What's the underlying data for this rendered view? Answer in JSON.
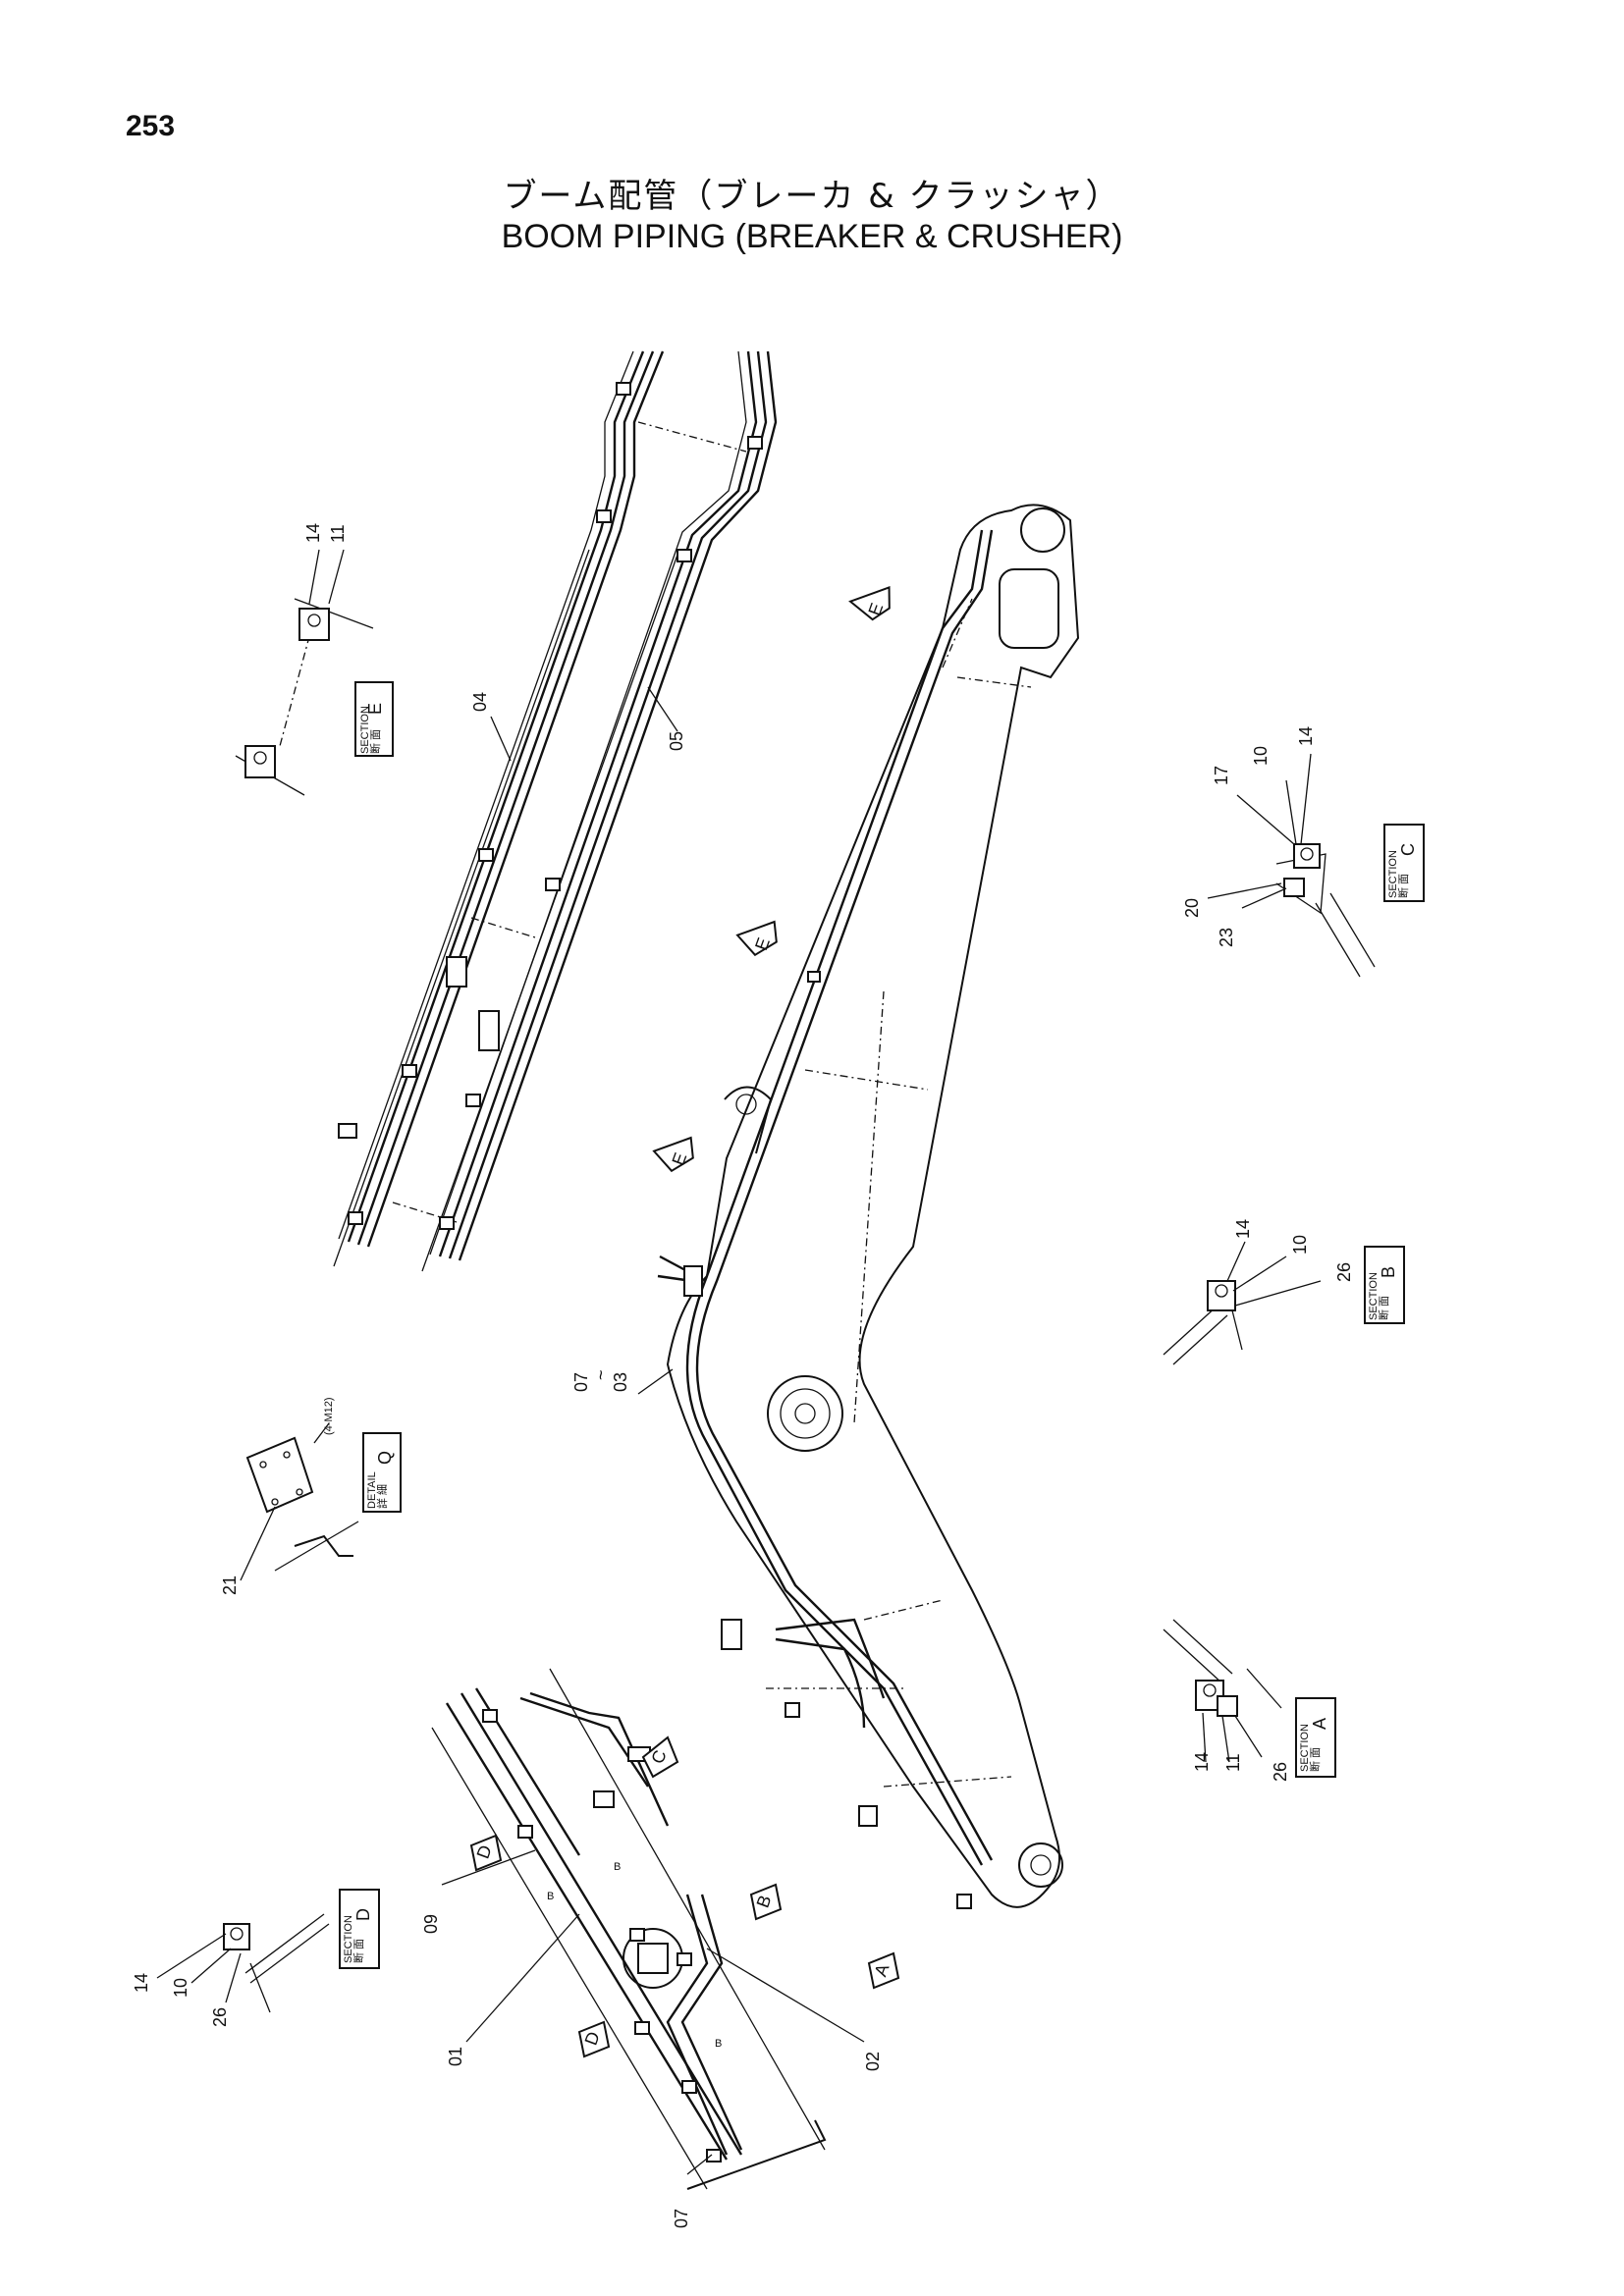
{
  "page_number": "253",
  "title_jp": "ブーム配管（ブレーカ & クラッシャ）",
  "title_en": "BOOM PIPING (BREAKER & CRUSHER)",
  "section_word": "SECTION",
  "detail_word": "DETAIL",
  "section_kanji": "断 面",
  "detail_kanji": "詳 細",
  "views": {
    "A": "A",
    "B": "B",
    "C": "C",
    "D": "D",
    "E": "E",
    "Q": "Q"
  },
  "arrow_letters": {
    "e1": "E",
    "e2": "E",
    "e3": "E",
    "a": "A",
    "b": "B",
    "c": "C",
    "d1": "D",
    "d2": "D"
  },
  "callouts": {
    "p01": "01",
    "p02": "02",
    "p03": "03",
    "p04": "04",
    "p05": "05",
    "p07a": "07",
    "p07b": "07",
    "p09": "09",
    "range_sep": "~",
    "e14": "14",
    "e11": "11",
    "c17": "17",
    "c10": "10",
    "c14": "14",
    "c20": "20",
    "c23": "23",
    "b14": "14",
    "b10": "10",
    "b26": "26",
    "a14": "14",
    "a11": "11",
    "a26": "26",
    "d14": "14",
    "d10": "10",
    "d26": "26",
    "q21": "21",
    "q_note": "(4-M12)"
  }
}
